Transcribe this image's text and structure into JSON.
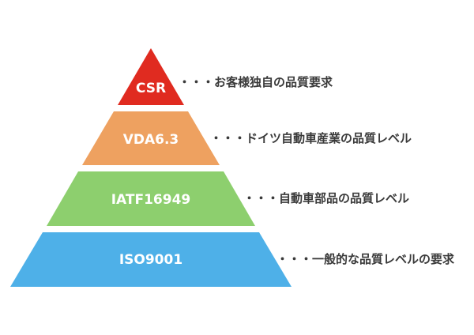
{
  "colors": {
    "csr": "#e02b20",
    "vda": "#eea160",
    "iatf": "#8dcf6e",
    "iso": "#4eb0e8"
  },
  "tiers": [
    {
      "label": "CSR",
      "description": "・・・お客様独自の品質要求"
    },
    {
      "label": "VDA6.3",
      "description": "・・・ドイツ自動車産業の品質レベル"
    },
    {
      "label": "IATF16949",
      "description": "・・・自動車部品の品質レベル"
    },
    {
      "label": "ISO9001",
      "description": "・・・一般的な品質レベルの要求"
    }
  ]
}
